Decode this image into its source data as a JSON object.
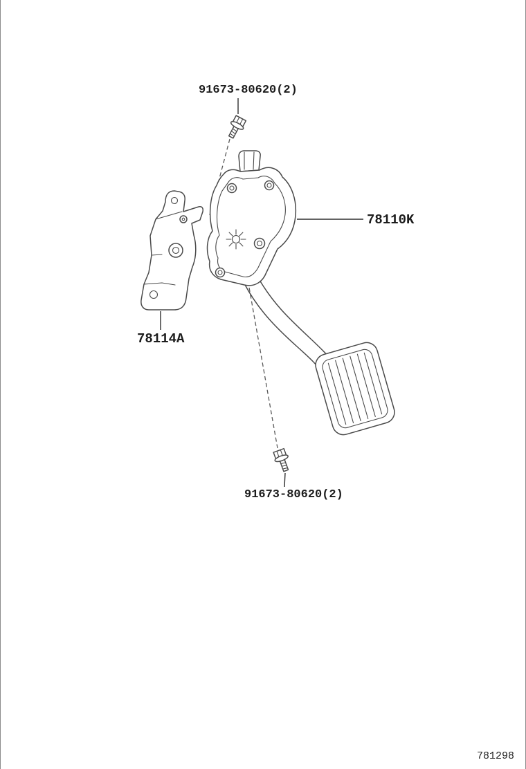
{
  "page": {
    "drawing_number": "781298"
  },
  "callouts": {
    "bolt_top": "91673-80620(2)",
    "pedal_assembly": "78110K",
    "bracket": "78114A",
    "bolt_bottom": "91673-80620(2)"
  }
}
